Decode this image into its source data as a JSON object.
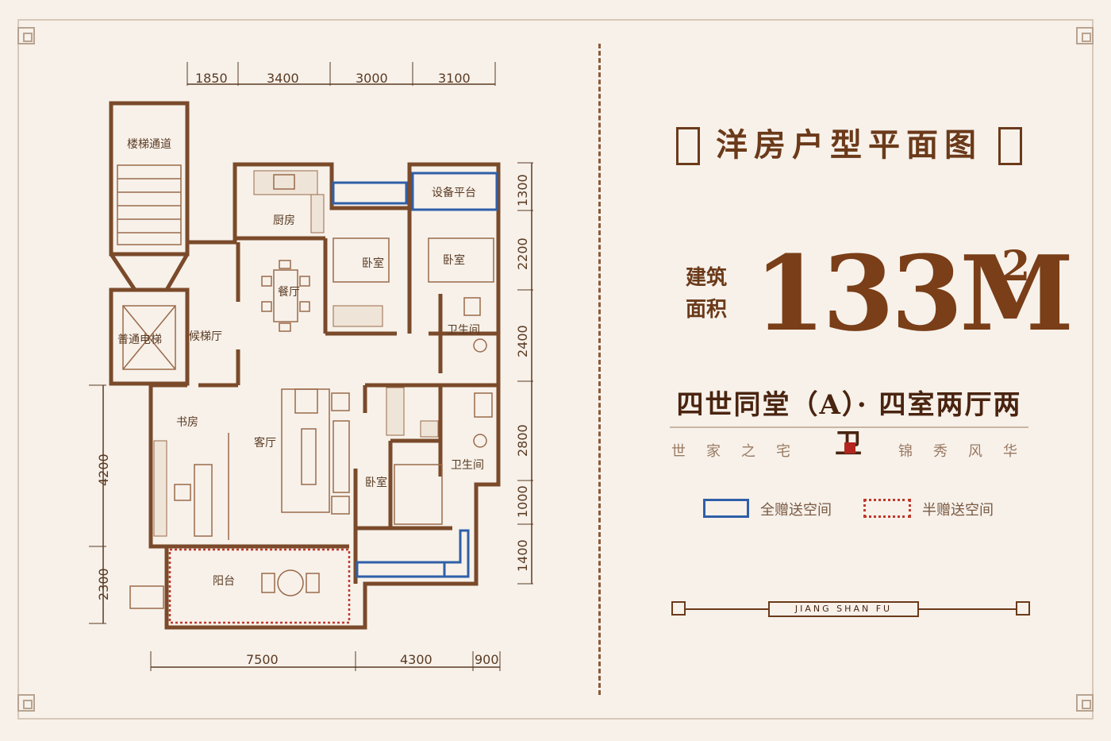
{
  "header": {
    "title": "洋房户型平面图"
  },
  "area": {
    "label_line1": "建筑",
    "label_line2": "面积",
    "value": "133M",
    "sup": "2"
  },
  "subtitle": "四世同堂（A）· 四室两厅两卫",
  "motto": {
    "left": "世家之宅",
    "right": "锦秀风华"
  },
  "legend": {
    "full": "全赠送空间",
    "half": "半赠送空间"
  },
  "brand": "JIANG SHAN FU",
  "dims": {
    "top": [
      "1850",
      "3400",
      "3000",
      "3100"
    ],
    "bottom": [
      "7500",
      "4300",
      "900"
    ],
    "right": [
      "1300",
      "2200",
      "2400",
      "2800",
      "1000",
      "1400"
    ],
    "left": [
      "4200",
      "2300"
    ]
  },
  "rooms": {
    "stairs": "楼梯通道",
    "kitchen": "厨房",
    "equipment": "设备平台",
    "bedroom1": "卧室",
    "bedroom2": "卧室",
    "dining": "餐厅",
    "elevator": "普通电梯",
    "lobby": "候梯厅",
    "bath1": "卫生间",
    "study": "书房",
    "living": "客厅",
    "bedroom3": "卧室",
    "bath2": "卫生间",
    "balcony": "阳台"
  },
  "colors": {
    "full_gift": "#2f5fa8",
    "half_gift": "#c0392b",
    "brand": "#6b3a1a"
  }
}
